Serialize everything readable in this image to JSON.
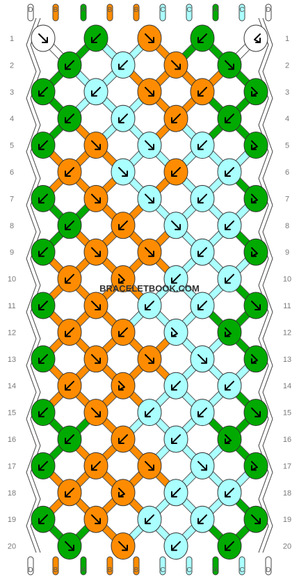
{
  "watermark": "BRACELETBOOK.COM",
  "colors": {
    "D": "#ffffff",
    "B": "#ff8c00",
    "A": "#00aa00",
    "C": "#aaffff"
  },
  "thread_order": [
    "D",
    "B",
    "A",
    "B",
    "B",
    "C",
    "C",
    "A",
    "C",
    "D"
  ],
  "row_labels": [
    "1",
    "2",
    "3",
    "4",
    "5",
    "6",
    "7",
    "8",
    "9",
    "10",
    "11",
    "12",
    "13",
    "14",
    "15",
    "16",
    "17",
    "18",
    "19",
    "20"
  ],
  "knot_rows": [
    [
      {
        "c": "D",
        "k": "f"
      },
      {
        "c": "A",
        "k": "b"
      },
      {
        "c": "B",
        "k": "f"
      },
      {
        "c": "A",
        "k": "b"
      },
      {
        "c": "D",
        "k": "bf"
      }
    ],
    [
      {
        "c": "A",
        "k": "b"
      },
      {
        "c": "C",
        "k": "b"
      },
      {
        "c": "B",
        "k": "f"
      },
      {
        "c": "A",
        "k": "f"
      }
    ],
    [
      {
        "c": "A",
        "k": "b"
      },
      {
        "c": "C",
        "k": "b"
      },
      {
        "c": "B",
        "k": "f"
      },
      {
        "c": "B",
        "k": "b"
      },
      {
        "c": "A",
        "k": "fb"
      }
    ],
    [
      {
        "c": "A",
        "k": "b"
      },
      {
        "c": "C",
        "k": "b"
      },
      {
        "c": "B",
        "k": "b"
      },
      {
        "c": "A",
        "k": "b"
      }
    ],
    [
      {
        "c": "A",
        "k": "b"
      },
      {
        "c": "B",
        "k": "f"
      },
      {
        "c": "C",
        "k": "f"
      },
      {
        "c": "C",
        "k": "b"
      },
      {
        "c": "A",
        "k": "fb"
      }
    ],
    [
      {
        "c": "B",
        "k": "b"
      },
      {
        "c": "C",
        "k": "f"
      },
      {
        "c": "B",
        "k": "b"
      },
      {
        "c": "C",
        "k": "b"
      }
    ],
    [
      {
        "c": "A",
        "k": "b"
      },
      {
        "c": "B",
        "k": "f"
      },
      {
        "c": "C",
        "k": "f"
      },
      {
        "c": "C",
        "k": "b"
      },
      {
        "c": "A",
        "k": "fb"
      }
    ],
    [
      {
        "c": "A",
        "k": "b"
      },
      {
        "c": "B",
        "k": "b"
      },
      {
        "c": "C",
        "k": "f"
      },
      {
        "c": "C",
        "k": "b"
      }
    ],
    [
      {
        "c": "A",
        "k": "b"
      },
      {
        "c": "B",
        "k": "f"
      },
      {
        "c": "B",
        "k": "f"
      },
      {
        "c": "C",
        "k": "b"
      },
      {
        "c": "A",
        "k": "fb"
      }
    ],
    [
      {
        "c": "B",
        "k": "b"
      },
      {
        "c": "B",
        "k": "fb"
      },
      {
        "c": "C",
        "k": "b"
      },
      {
        "c": "C",
        "k": "b"
      }
    ],
    [
      {
        "c": "A",
        "k": "b"
      },
      {
        "c": "B",
        "k": "f"
      },
      {
        "c": "C",
        "k": "b"
      },
      {
        "c": "C",
        "k": "b"
      },
      {
        "c": "A",
        "k": "f"
      }
    ],
    [
      {
        "c": "B",
        "k": "b"
      },
      {
        "c": "B",
        "k": "b"
      },
      {
        "c": "C",
        "k": "fb"
      },
      {
        "c": "A",
        "k": "fb"
      }
    ],
    [
      {
        "c": "A",
        "k": "b"
      },
      {
        "c": "B",
        "k": "f"
      },
      {
        "c": "B",
        "k": "f"
      },
      {
        "c": "C",
        "k": "f"
      },
      {
        "c": "A",
        "k": "fb"
      }
    ],
    [
      {
        "c": "B",
        "k": "b"
      },
      {
        "c": "B",
        "k": "fb"
      },
      {
        "c": "C",
        "k": "b"
      },
      {
        "c": "C",
        "k": "b"
      }
    ],
    [
      {
        "c": "A",
        "k": "b"
      },
      {
        "c": "B",
        "k": "f"
      },
      {
        "c": "C",
        "k": "b"
      },
      {
        "c": "C",
        "k": "b"
      },
      {
        "c": "A",
        "k": "f"
      }
    ],
    [
      {
        "c": "A",
        "k": "b"
      },
      {
        "c": "B",
        "k": "b"
      },
      {
        "c": "C",
        "k": "b"
      },
      {
        "c": "A",
        "k": "fb"
      }
    ],
    [
      {
        "c": "A",
        "k": "b"
      },
      {
        "c": "B",
        "k": "b"
      },
      {
        "c": "B",
        "k": "f"
      },
      {
        "c": "C",
        "k": "f"
      },
      {
        "c": "A",
        "k": "fb"
      }
    ],
    [
      {
        "c": "B",
        "k": "b"
      },
      {
        "c": "B",
        "k": "fb"
      },
      {
        "c": "C",
        "k": "b"
      },
      {
        "c": "C",
        "k": "b"
      }
    ],
    [
      {
        "c": "A",
        "k": "b"
      },
      {
        "c": "B",
        "k": "f"
      },
      {
        "c": "C",
        "k": "b"
      },
      {
        "c": "C",
        "k": "b"
      },
      {
        "c": "A",
        "k": "f"
      }
    ],
    [
      {
        "c": "A",
        "k": "f"
      },
      {
        "c": "B",
        "k": "f"
      },
      {
        "c": "C",
        "k": "b"
      },
      {
        "c": "A",
        "k": "b"
      }
    ]
  ]
}
